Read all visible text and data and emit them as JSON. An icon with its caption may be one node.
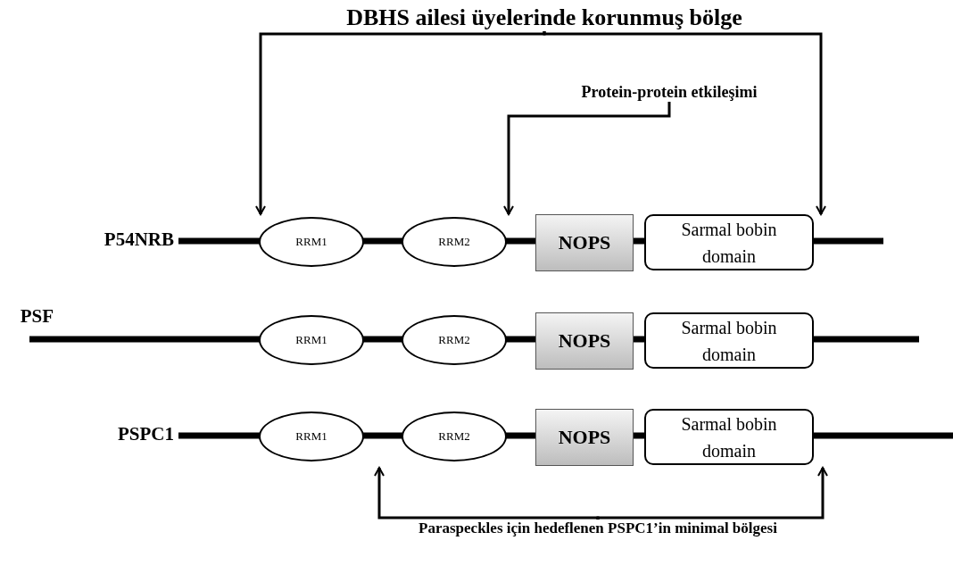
{
  "diagram": {
    "nodes": [
      {
        "text": [
          "DBHS ailesi üyelerinde  korunmuş  bölge"
        ]
      },
      {
        "text": [
          "Protein-protein etkileşimi"
        ]
      },
      {
        "text": [],
        "shape": "bar",
        "beside": [
          "P54NRB"
        ]
      },
      {
        "text": [
          "RRM1"
        ],
        "in": 2
      },
      {
        "text": [
          "RRM2"
        ],
        "in": 2
      },
      {
        "text": [
          "NOPS"
        ],
        "in": 2
      },
      {
        "text": [
          "Sarmal  bobin domain"
        ],
        "in": 2
      },
      {
        "text": [],
        "shape": "bar",
        "beside": [
          "PSF"
        ]
      },
      {
        "text": [
          "RRM1"
        ],
        "in": 7
      },
      {
        "text": [
          "RRM2"
        ],
        "in": 7
      },
      {
        "text": [
          "NOPS"
        ],
        "in": 7
      },
      {
        "text": [
          "Sarmal  bobin domain"
        ],
        "in": 7
      },
      {
        "text": [],
        "shape": "bar",
        "beside": [
          "PSPC1"
        ]
      },
      {
        "text": [
          "RRM1"
        ],
        "in": 12
      },
      {
        "text": [
          "RRM2"
        ],
        "in": 12
      },
      {
        "text": [
          "NOPS"
        ],
        "in": 12
      },
      {
        "text": [
          "Sarmal  bobin domain"
        ],
        "in": 12
      },
      {
        "text": [
          "Paraspeckles için hedeflenen  PSPC1’in minimal bölgesi"
        ]
      }
    ],
    "edges": [
      {
        "from": 0,
        "to": 2,
        "arrow": "to"
      },
      {
        "from": 0,
        "to": 2,
        "arrow": "to"
      },
      {
        "from": 1,
        "to": 2,
        "arrow": "to"
      },
      {
        "from": 17,
        "to": 12,
        "arrow": "to"
      },
      {
        "from": 17,
        "to": 12,
        "arrow": "to"
      }
    ]
  }
}
